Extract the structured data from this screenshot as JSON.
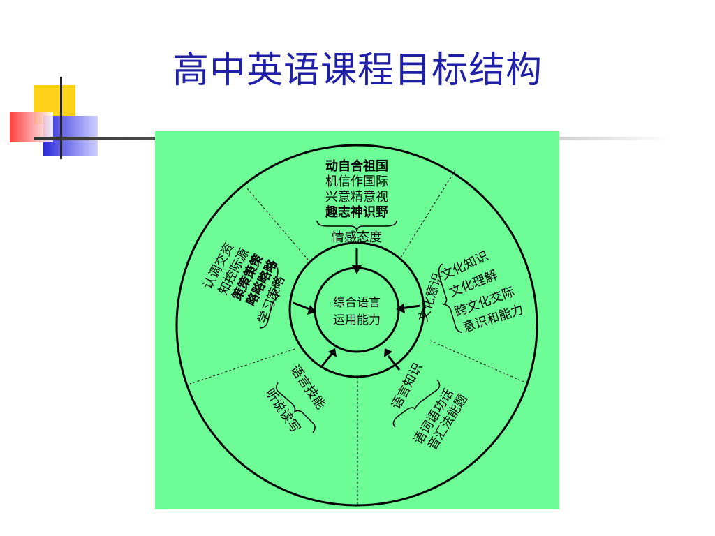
{
  "slide": {
    "title": "高中英语课程目标结构"
  },
  "diagram": {
    "center": {
      "line1": "综合语言",
      "line2": "运用能力"
    },
    "sections": {
      "affect": {
        "heading": "情感态度",
        "rows": [
          "动自合祖国",
          "机信作国际",
          "兴意精意视",
          "趣志神识野"
        ]
      },
      "culture": {
        "heading": "文化意识",
        "items": [
          "文化知识",
          "文化理解",
          "跨文化交际",
          "意识和能力"
        ]
      },
      "knowledge": {
        "heading": "语言知识",
        "rows": [
          "语词语功话",
          "音汇法能题"
        ]
      },
      "skills": {
        "heading": "语言技能",
        "items": "听说读写"
      },
      "strategy": {
        "heading": "学习策略",
        "rows": [
          "认调交资",
          "知控际源",
          "策策策策",
          "略略略略"
        ]
      }
    },
    "colors": {
      "panel": "#6dfc96",
      "title": "#1f1fa8",
      "deco_yellow": "#ffd21a",
      "deco_blue": "#2a2ad8",
      "deco_red": "#ff3a3a"
    }
  }
}
